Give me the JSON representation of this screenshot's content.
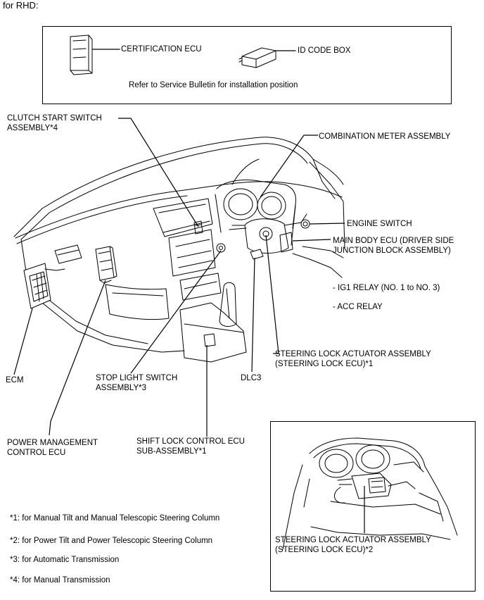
{
  "header": "for RHD:",
  "top_box": {
    "certification_ecu": "CERTIFICATION ECU",
    "id_code_box": "ID CODE BOX",
    "note": "Refer to Service Bulletin for installation position"
  },
  "labels": {
    "clutch_start_switch": "CLUTCH START SWITCH\nASSEMBLY*4",
    "combination_meter": "COMBINATION METER ASSEMBLY",
    "engine_switch": "ENGINE SWITCH",
    "main_body_ecu": "MAIN BODY ECU (DRIVER SIDE\nJUNCTION BLOCK ASSEMBLY)",
    "ig1_relay": "- IG1 RELAY (NO. 1 to NO. 3)",
    "acc_relay": "- ACC RELAY",
    "steering_lock_actuator_1": "STEERING LOCK ACTUATOR ASSEMBLY\n(STEERING LOCK ECU)*1",
    "ecm": "ECM",
    "stop_light_switch": "STOP LIGHT SWITCH\nASSEMBLY*3",
    "dlc3": "DLC3",
    "power_management": "POWER MANAGEMENT\nCONTROL ECU",
    "shift_lock": "SHIFT LOCK CONTROL ECU\nSUB-ASSEMBLY*1",
    "steering_lock_actuator_2": "STEERING LOCK ACTUATOR ASSEMBLY\n(STEERING LOCK ECU)*2"
  },
  "footnotes": [
    "*1: for Manual Tilt and Manual Telescopic Steering Column",
    "*2: for Power Tilt and Power Telescopic Steering Column",
    "*3: for Automatic Transmission",
    "*4: for Manual Transmission"
  ]
}
